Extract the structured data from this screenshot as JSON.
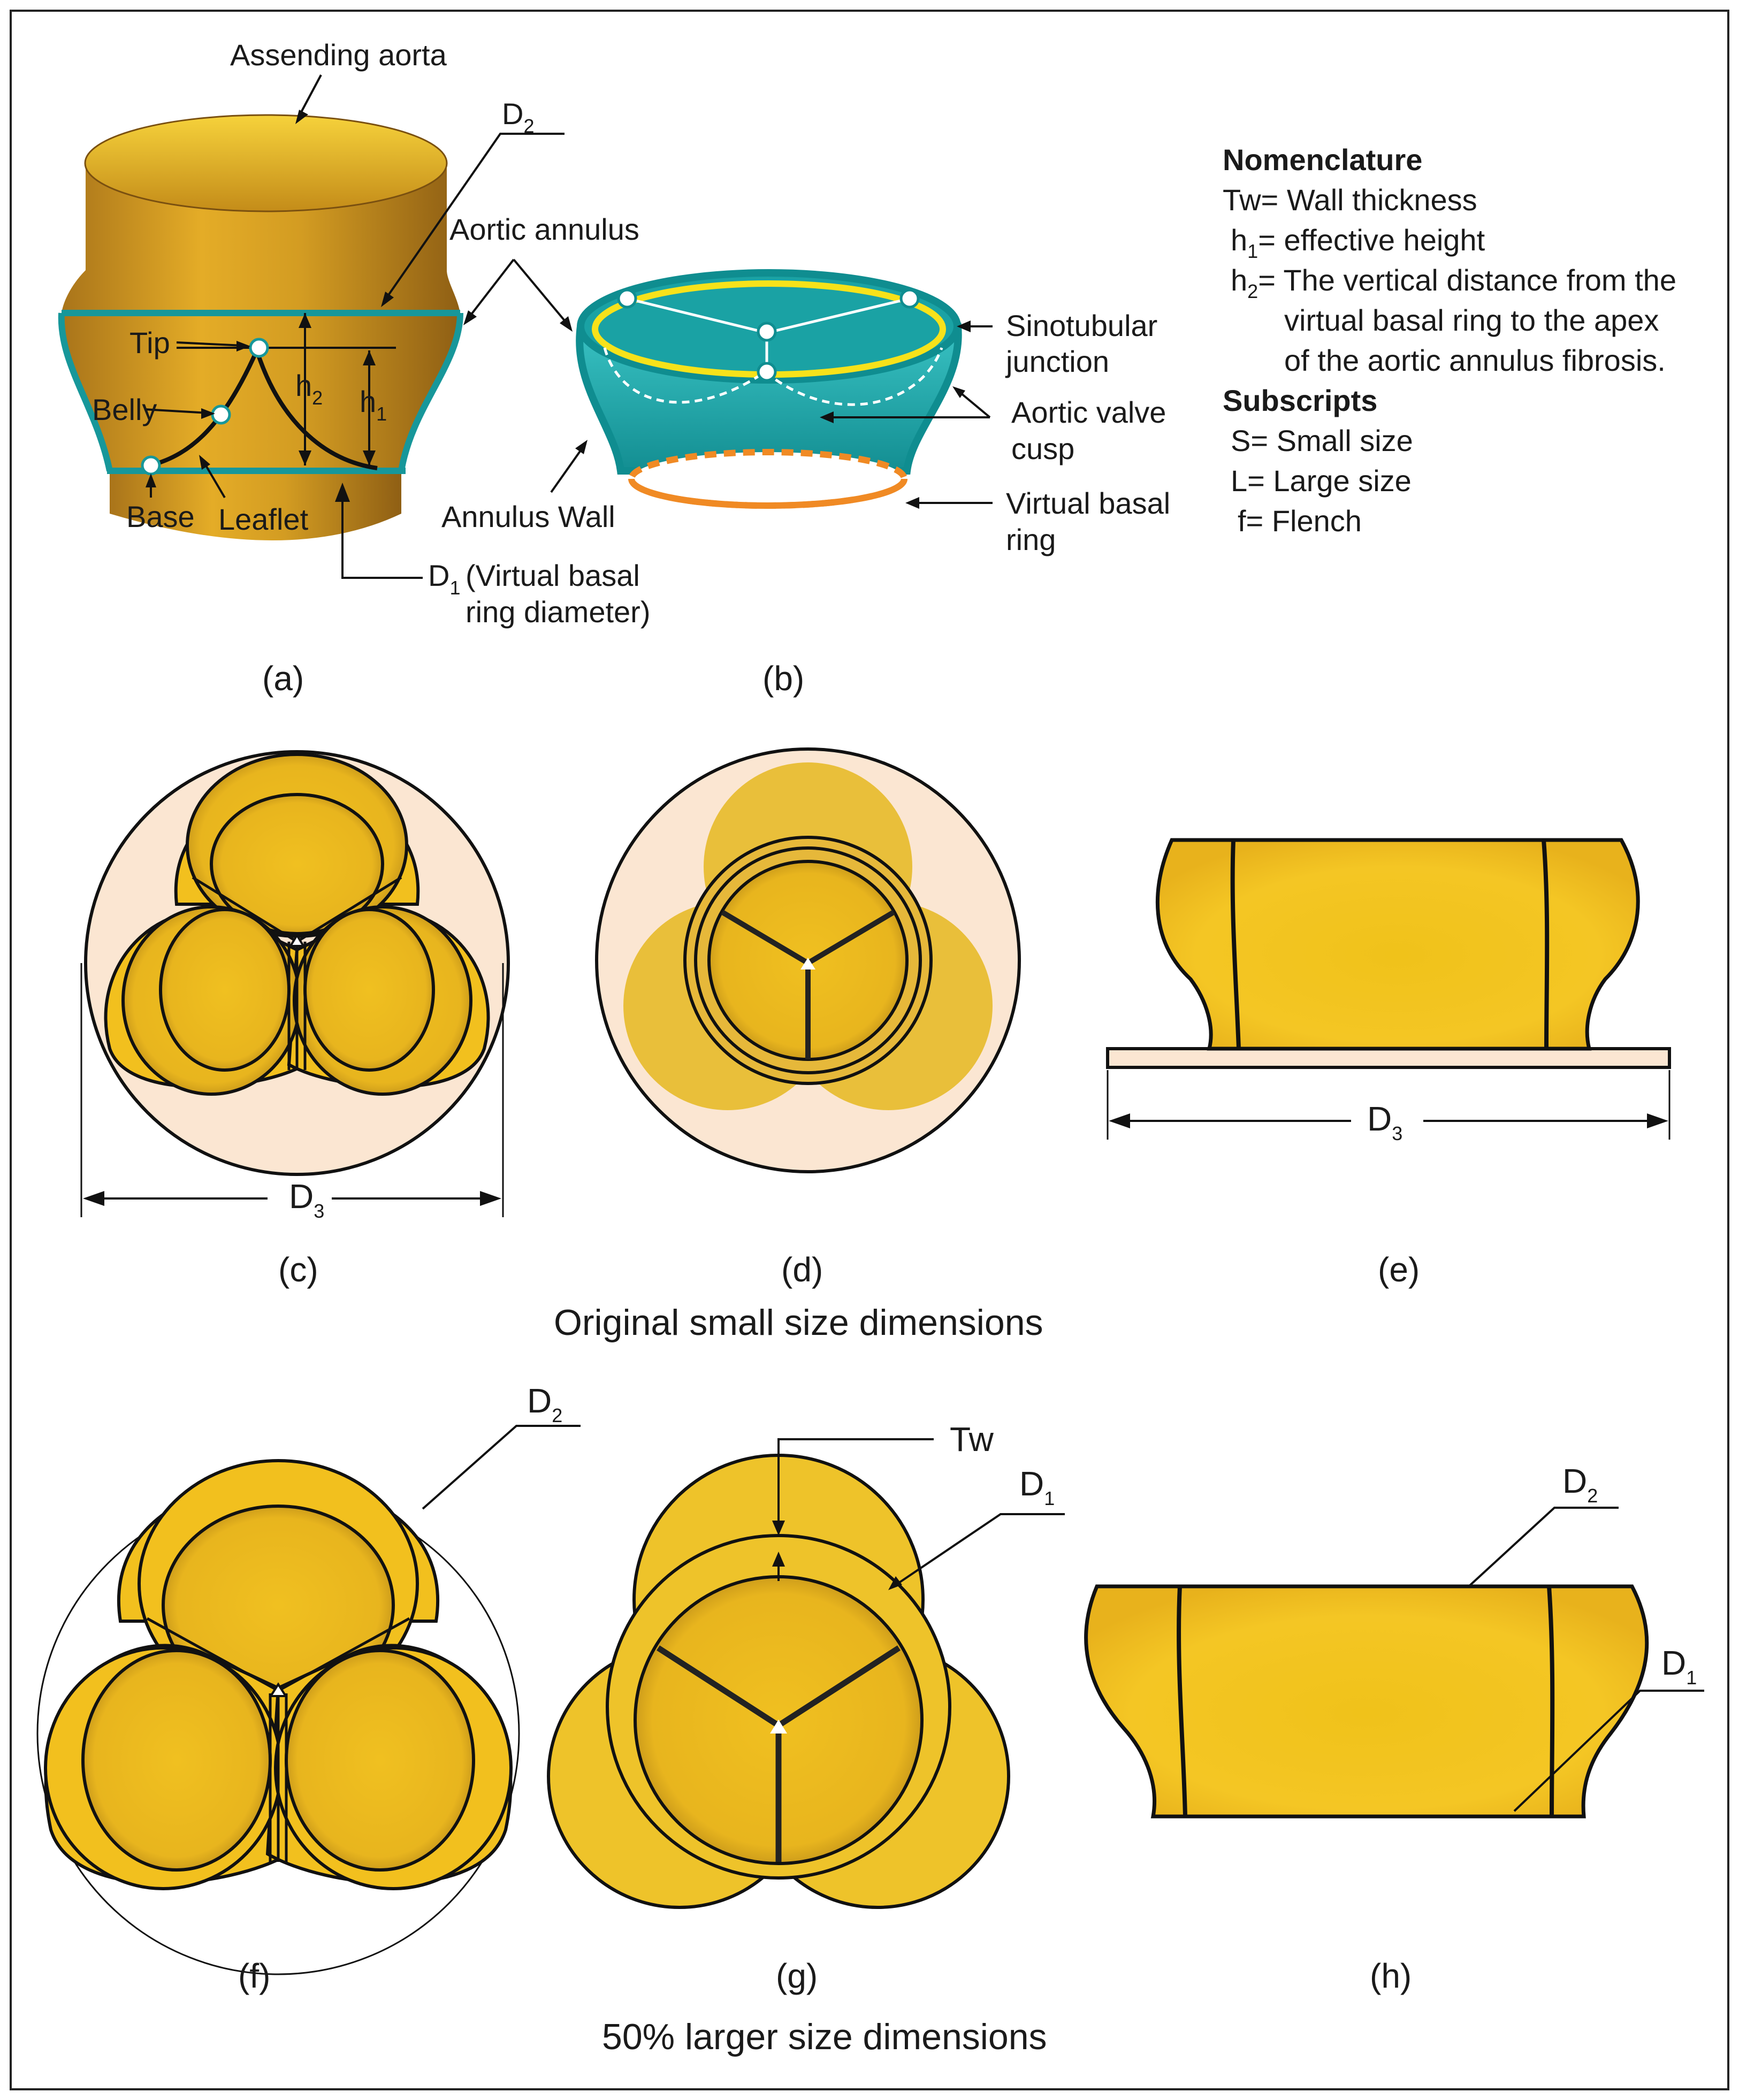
{
  "panel_a": {
    "ascending_aorta": "Assending aorta",
    "d2": "D",
    "d2_sub": "2",
    "aortic_annulus": "Aortic annulus",
    "tip": "Tip",
    "belly": "Belly",
    "base": "Base",
    "leaflet": "Leaflet",
    "h2": "h",
    "h2_sub": "2",
    "h1": "h",
    "h1_sub": "1",
    "d1": "D",
    "d1_sub": "1",
    "d1_desc_line1": "(Virtual basal",
    "d1_desc_line2": "ring diameter)"
  },
  "panel_b": {
    "sinotubular_line1": "Sinotubular",
    "sinotubular_line2": "junction",
    "cusp_line1": "Aortic valve",
    "cusp_line2": "cusp",
    "annulus_wall": "Annulus Wall",
    "basal_line1": "Virtual basal",
    "basal_line2": "ring"
  },
  "nomenclature": {
    "title": "Nomenclature",
    "tw": "Tw= Wall thickness",
    "h1_prefix": "h",
    "h1_sub": "1",
    "h1_text": "= effective height",
    "h2_prefix": "h",
    "h2_sub": "2",
    "h2_text_line1": "= The vertical distance from the",
    "h2_text_line2": "virtual basal ring to the apex",
    "h2_text_line3": "of the aortic annulus fibrosis.",
    "subscripts_title": "Subscripts",
    "s": "S= Small size",
    "l": "L= Large size",
    "f": "f= Flench"
  },
  "captions": {
    "a": "(a)",
    "b": "(b)",
    "c": "(c)",
    "d": "(d)",
    "e": "(e)",
    "f": "(f)",
    "g": "(g)",
    "h": "(h)"
  },
  "dims": {
    "d3": "D",
    "d3_sub": "3",
    "d2": "D",
    "d2_sub": "2",
    "d1": "D",
    "d1_sub": "1",
    "tw": "Tw"
  },
  "section_titles": {
    "small": "Original small size dimensions",
    "large": "50% larger size dimensions"
  },
  "colors": {
    "gold": "#f2c01e",
    "teal": "#1fa8aa",
    "yellow_ring": "#f7e21a",
    "orange_ring": "#f08a24",
    "peach": "#fbe6d2"
  }
}
